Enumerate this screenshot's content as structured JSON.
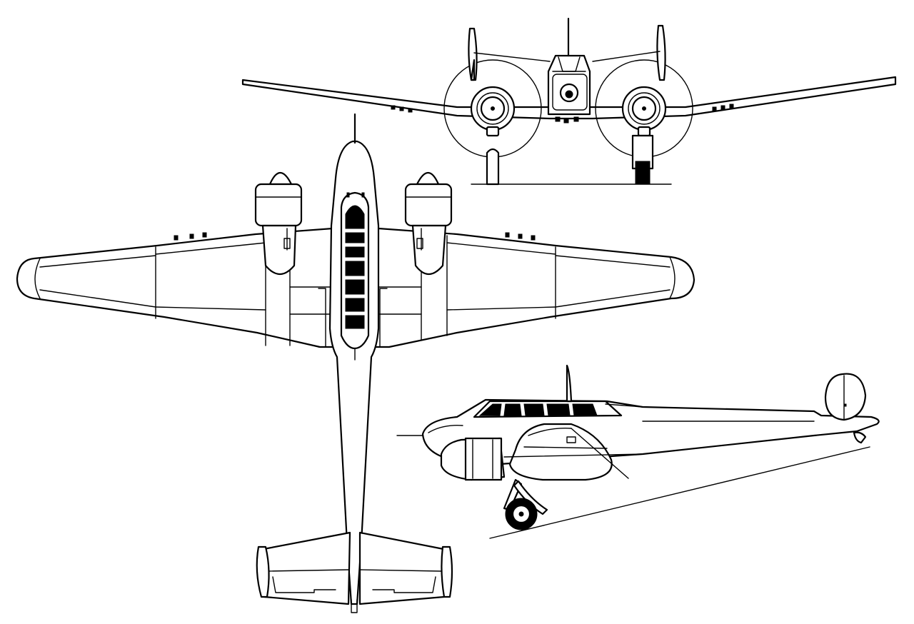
{
  "views": [
    {
      "name": "top-view"
    },
    {
      "name": "front-view"
    },
    {
      "name": "side-view"
    }
  ],
  "colors": {
    "ink": "#000000",
    "paper": "#ffffff"
  }
}
